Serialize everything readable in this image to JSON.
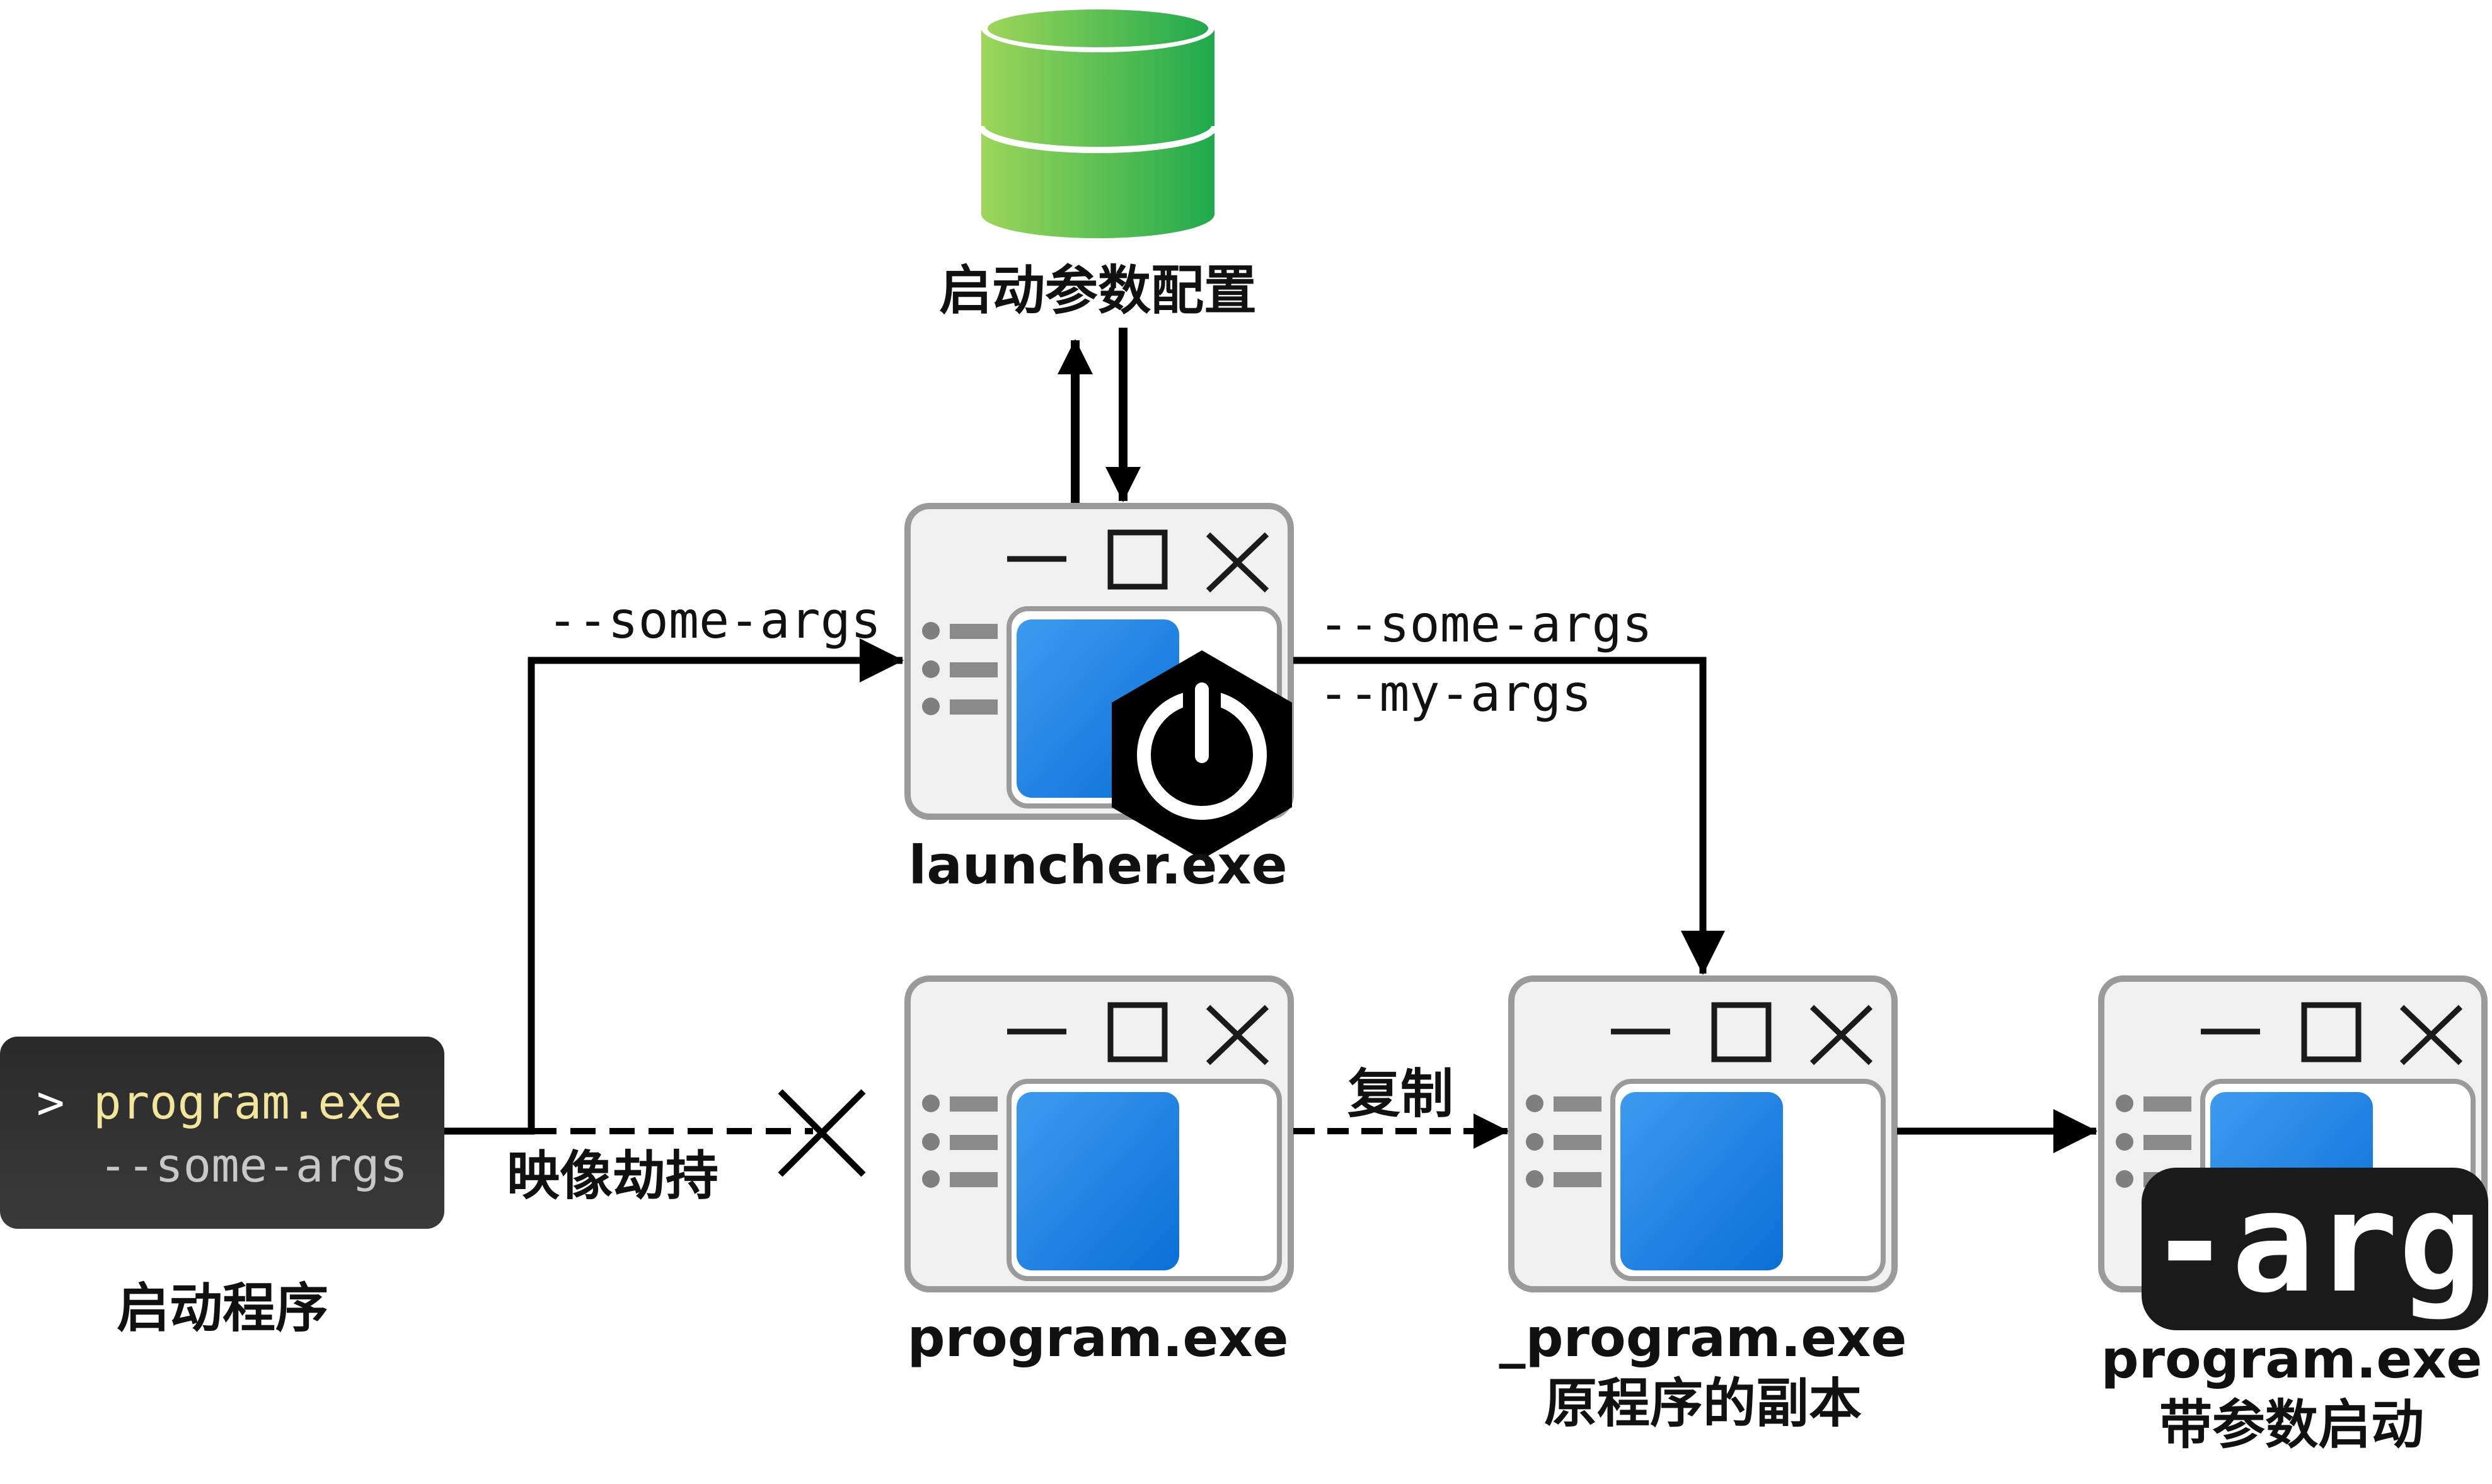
{
  "nodes": {
    "config_db": {
      "label": "启动参数配置",
      "icon": "database-icon"
    },
    "launcher": {
      "label": "launcher.exe",
      "icon": "power-icon"
    },
    "terminal": {
      "prompt": ">",
      "command": "program.exe",
      "args": "--some-args",
      "caption": "启动程序"
    },
    "program_original": {
      "label": "program.exe"
    },
    "program_copy": {
      "label": "_program.exe",
      "sublabel": "原程序的副本"
    },
    "program_launched": {
      "label": "program.exe",
      "sublabel": "带参数启动",
      "badge": "-arg"
    }
  },
  "edges": {
    "to_launcher_args": "--some-args",
    "from_launcher_args_1": "--some-args",
    "from_launcher_args_2": "--my-args",
    "hijack": "映像劫持",
    "copy": "复制"
  },
  "colors": {
    "db_light": "#9dd65a",
    "db_dark": "#1faa4c",
    "blue_light": "#3d9bf0",
    "blue_dark": "#0a6fd6",
    "terminal_bg": "#1e1e1e",
    "terminal_cmd": "#f3e59a",
    "terminal_arg": "#c8c8c8",
    "window_fill": "#f0f0f0",
    "window_stroke": "#9a9a9a"
  }
}
